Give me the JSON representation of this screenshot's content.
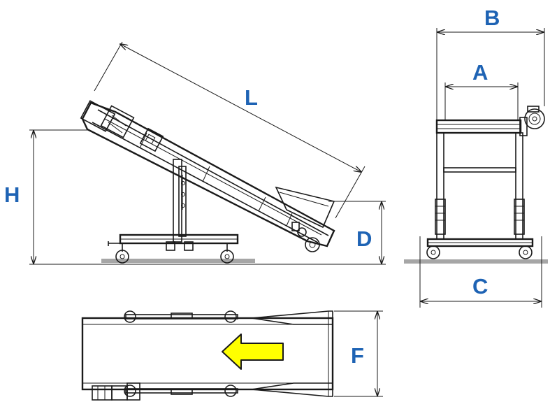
{
  "labels": {
    "L": "L",
    "H": "H",
    "D": "D",
    "A": "A",
    "B": "B",
    "C": "C",
    "F": "F"
  },
  "colors": {
    "label": "#1e63b4",
    "arrow_fill": "#ffff00",
    "arrow_stroke": "#1a1a1a",
    "ground": "#a6a6a6",
    "line": "#1a1a1a"
  },
  "icons": {
    "direction_arrow": "left-arrow-icon"
  }
}
